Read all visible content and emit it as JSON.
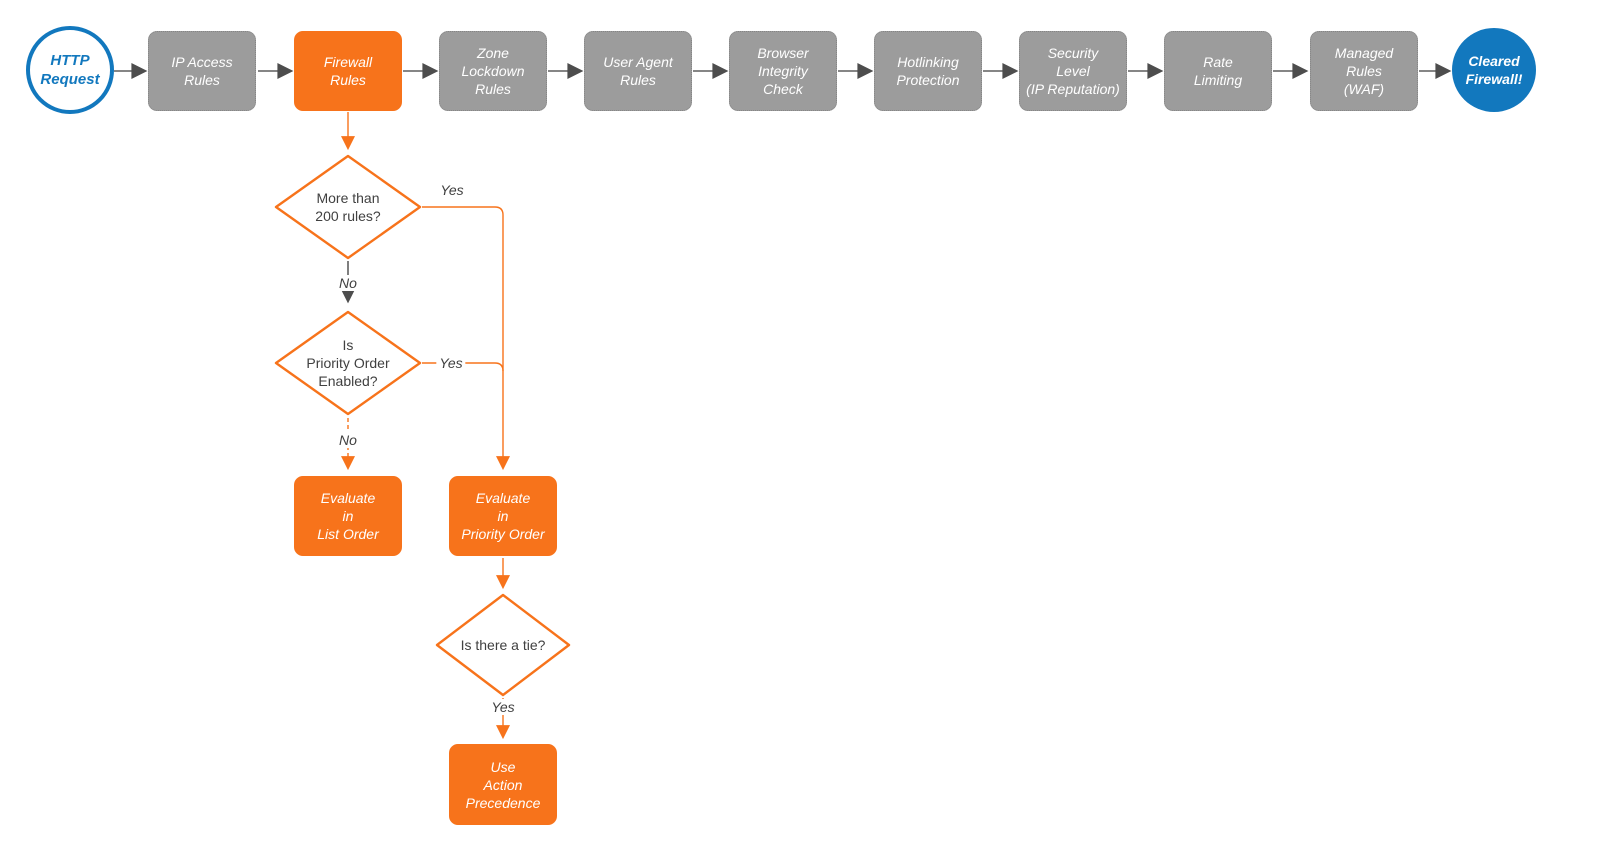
{
  "colors": {
    "accent_orange": "#f7731b",
    "accent_blue": "#1278be",
    "step_gray": "#9c9c9c",
    "connector_gray": "#5f5f5f",
    "text_dark": "#404040",
    "node_text": "#ffffff"
  },
  "flow": {
    "start": {
      "label": "HTTP\nRequest"
    },
    "end": {
      "label": "Cleared\nFirewall!"
    },
    "steps": [
      {
        "label": "IP Access\nRules"
      },
      {
        "label": "Firewall\nRules"
      },
      {
        "label": "Zone\nLockdown\nRules"
      },
      {
        "label": "User Agent\nRules"
      },
      {
        "label": "Browser\nIntegrity\nCheck"
      },
      {
        "label": "Hotlinking\nProtection"
      },
      {
        "label": "Security\nLevel\n(IP Reputation)"
      },
      {
        "label": "Rate\nLimiting"
      },
      {
        "label": "Managed\nRules\n(WAF)"
      }
    ]
  },
  "decisions": {
    "more_than_200": {
      "question": "More than\n200 rules?",
      "yes": "Yes",
      "no": "No"
    },
    "priority_enabled": {
      "question": "Is\nPriority Order\nEnabled?",
      "yes": "Yes",
      "no": "No"
    },
    "tie": {
      "question": "Is there a tie?",
      "yes": "Yes"
    }
  },
  "actions": {
    "list_order": {
      "label": "Evaluate\nin\nList Order"
    },
    "priority_order": {
      "label": "Evaluate\nin\nPriority Order"
    },
    "action_precedence": {
      "label": "Use\nAction\nPrecedence"
    }
  }
}
